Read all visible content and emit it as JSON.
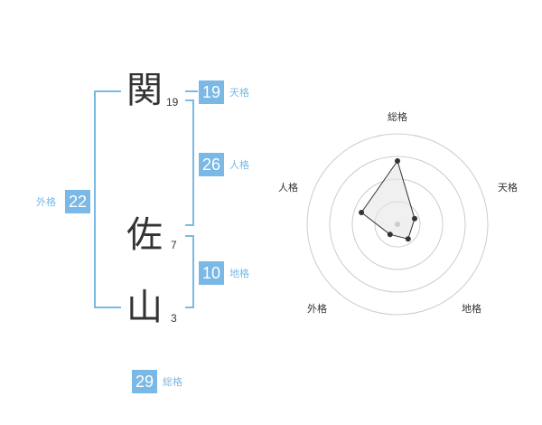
{
  "name": {
    "chars": [
      {
        "char": "関",
        "strokes": "19"
      },
      {
        "char": "佐",
        "strokes": "7"
      },
      {
        "char": "山",
        "strokes": "3"
      }
    ]
  },
  "kakusu": {
    "tenkaku": {
      "value": "19",
      "label": "天格"
    },
    "jinkaku": {
      "value": "26",
      "label": "人格"
    },
    "chikaku": {
      "value": "10",
      "label": "地格"
    },
    "gaikaku": {
      "value": "22",
      "label": "外格"
    },
    "soukaku": {
      "value": "29",
      "label": "総格"
    }
  },
  "colors": {
    "accent": "#7ab8e6",
    "text": "#333333",
    "grid": "#cccccc"
  },
  "chart_data": {
    "type": "radar",
    "axes": [
      "総格",
      "天格",
      "地格",
      "外格",
      "人格"
    ],
    "values": [
      0.7,
      0.2,
      0.2,
      0.14,
      0.42
    ],
    "range": [
      0,
      1
    ],
    "rings": 4
  }
}
